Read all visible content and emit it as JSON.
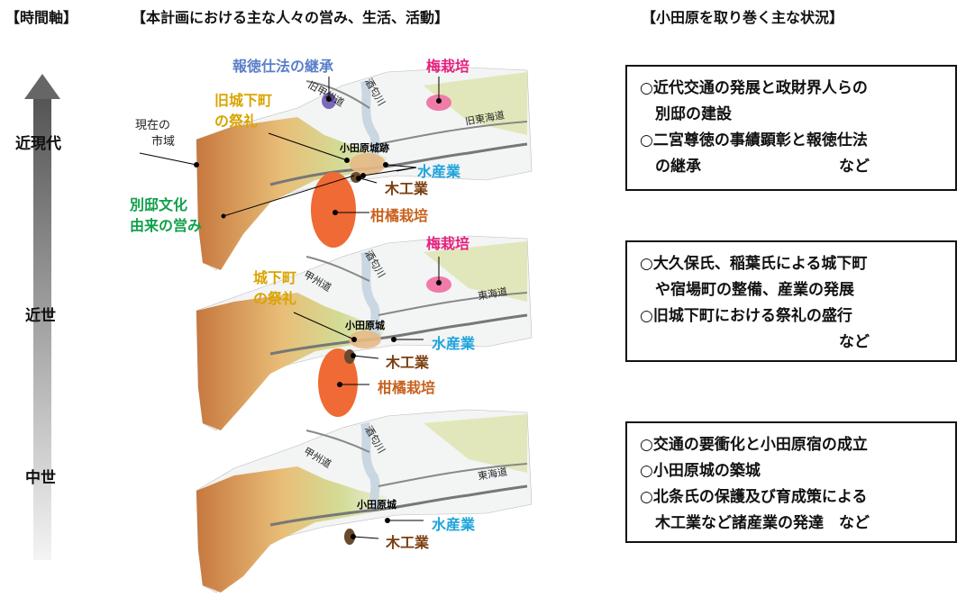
{
  "headers": {
    "time_axis": "【時間軸】",
    "activities": "【本計画における主な人々の営み、生活、活動】",
    "situation": "【小田原を取り巻く主な状況】"
  },
  "eras": {
    "modern": "近現代",
    "early_modern": "近世",
    "medieval": "中世"
  },
  "colors": {
    "gold": "#d9a400",
    "blue": "#1ea3dc",
    "brown": "#7a3e10",
    "orange": "#c8621e",
    "pink": "#e6217f",
    "green": "#10a04a",
    "purple": "#6a5ab0",
    "hotoku": "#5b7fc9"
  },
  "map1": {
    "hotoku": "報徳仕法の継承",
    "plum": "梅栽培",
    "city_area_1": "現在の",
    "city_area_2": "市域",
    "old_castle_town_1": "旧城下町",
    "old_castle_town_2": "の祭礼",
    "castle": "小田原城跡",
    "fishery": "水産業",
    "woodwork": "木工業",
    "villa_1": "別邸文化",
    "villa_2": "由来の営み",
    "citrus": "柑橘栽培",
    "koshu": "旧甲州道",
    "sakawa": "酒匂川",
    "tokaido": "旧東海道"
  },
  "map2": {
    "plum": "梅栽培",
    "castle_town_1": "城下町",
    "castle_town_2": "の祭礼",
    "castle": "小田原城",
    "fishery": "水産業",
    "woodwork": "木工業",
    "citrus": "柑橘栽培",
    "koshu": "甲州道",
    "sakawa": "酒匂川",
    "tokaido": "東海道"
  },
  "map3": {
    "castle": "小田原城",
    "fishery": "水産業",
    "woodwork": "木工業",
    "koshu": "甲州道",
    "sakawa": "酒匂川",
    "tokaido": "東海道"
  },
  "box_modern": {
    "line1": "○近代交通の発展と政財界人らの",
    "line2": "　別邸の建設",
    "line3": "○二宮尊徳の事績顕彰と報徳仕法",
    "line4": "　の継承　　　　　　　　　など"
  },
  "box_early_modern": {
    "line1": "○大久保氏、稲葉氏による城下町",
    "line2": "　や宿場町の整備、産業の発展",
    "line3": "○旧城下町における祭礼の盛行",
    "line4": "　　　　　　　　　　　　　など"
  },
  "box_medieval": {
    "line1": "○交通の要衝化と小田原宿の成立",
    "line2": "○小田原城の築城",
    "line3": "○北条氏の保護及び育成策による",
    "line4": "　木工業など諸産業の発達　など"
  }
}
